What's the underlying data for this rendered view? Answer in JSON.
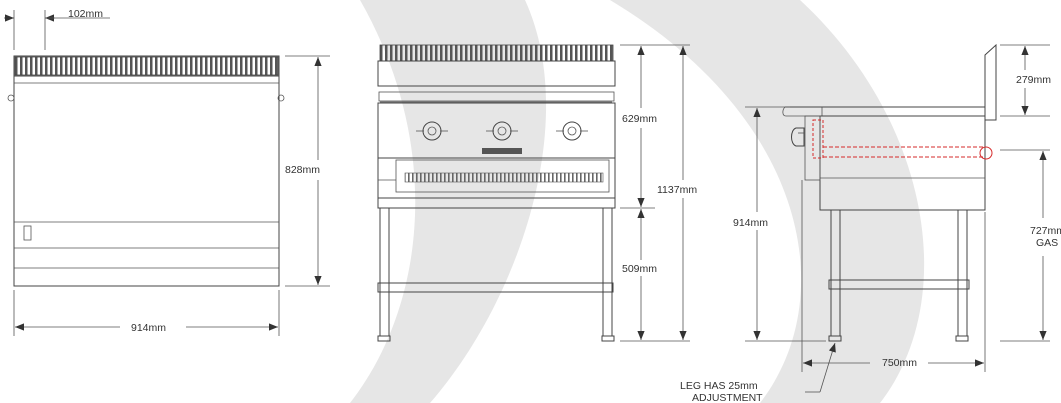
{
  "colors": {
    "background": "#ffffff",
    "swoosh": "#e6e6e6",
    "line": "#444444",
    "dimension_text": "#333333",
    "gas_line": "#d62b2b"
  },
  "front_view": {
    "width_label": "914mm",
    "height_label": "828mm",
    "offset_label": "102mm"
  },
  "front_elevation": {
    "upper_height_label": "629mm",
    "lower_height_label": "509mm",
    "total_height_label": "1137mm"
  },
  "side_view": {
    "splash_height_label": "279mm",
    "work_height_label": "914mm",
    "gas_height_label": "727mm",
    "gas_label": "GAS",
    "depth_label": "750mm",
    "leg_note_line1": "LEG HAS 25mm",
    "leg_note_line2": "ADJUSTMENT"
  }
}
